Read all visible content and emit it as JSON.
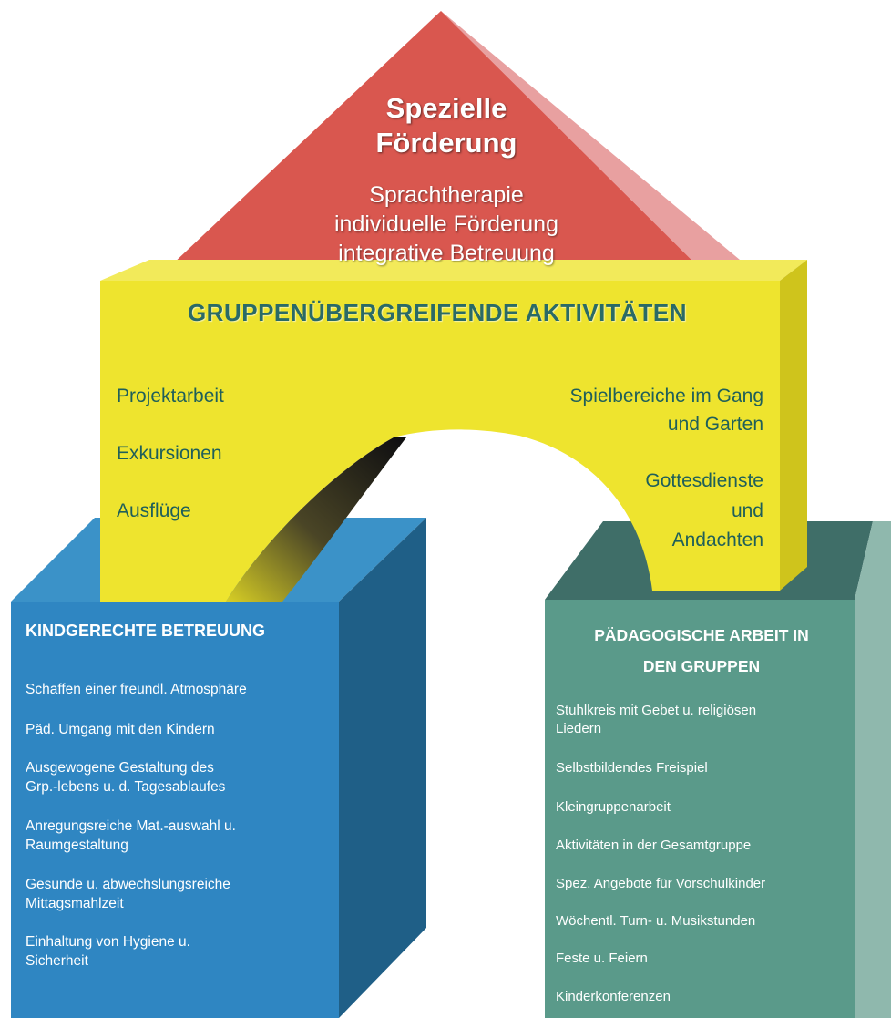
{
  "roof": {
    "title_line1": "Spezielle",
    "title_line2": "Förderung",
    "items": [
      "Sprachtherapie",
      "individuelle Förderung",
      "integrative Betreuung"
    ]
  },
  "bridge": {
    "title": "GRUPPENÜBERGREIFENDE AKTIVITÄTEN",
    "left_items": [
      "Projektarbeit",
      "Exkursionen",
      "Ausflüge"
    ],
    "right_items": [
      "Spielbereiche im Gang",
      "und Garten",
      "Gottesdienste",
      "und",
      "Andachten"
    ]
  },
  "left_block": {
    "title": "KINDGERECHTE BETREUUNG",
    "items": [
      "Schaffen einer freundl. Atmosphäre",
      "Päd. Umgang mit den Kindern",
      "Ausgewogene Gestaltung des",
      "Grp.-lebens u. d. Tagesablaufes",
      "Anregungsreiche Mat.-auswahl u.",
      "Raumgestaltung",
      "Gesunde u. abwechslungsreiche",
      "Mittagsmahlzeit",
      "Einhaltung von Hygiene u.",
      "Sicherheit"
    ]
  },
  "right_block": {
    "title_line1": "PÄDAGOGISCHE ARBEIT IN",
    "title_line2": "DEN GRUPPEN",
    "items": [
      "Stuhlkreis mit Gebet u. religiösen",
      "Liedern",
      "Selbstbildendes Freispiel",
      "Kleingruppenarbeit",
      "Aktivitäten in der Gesamtgruppe",
      "Spez. Angebote für Vorschulkinder",
      "Wöchentl. Turn- u. Musikstunden",
      "Feste u. Feiern",
      "Kinderkonferenzen"
    ]
  },
  "colors": {
    "roof": "#d9574f",
    "roof_side": "#e8a0a0",
    "bridge": "#eee42e",
    "bridge_side": "#cfc41c",
    "blue_front": "#2f86c2",
    "blue_side": "#1f5f87",
    "blue_top": "#3b92c8",
    "green_front": "#5a9a8a",
    "green_side": "#8fb8ad",
    "green_top": "#3f6e68"
  }
}
